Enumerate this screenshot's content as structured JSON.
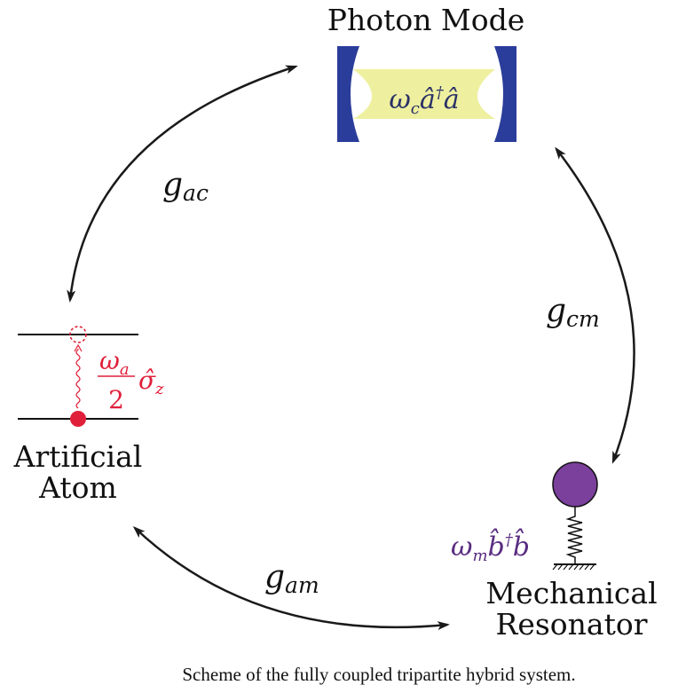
{
  "nodes": {
    "photon": {
      "title": "Photon Mode",
      "hamiltonian": {
        "omega": "ω",
        "sub": "c",
        "op": "â",
        "dag": "†",
        "op2": "â"
      }
    },
    "atom": {
      "title_line1": "Artificial",
      "title_line2": "Atom",
      "hamiltonian": {
        "num": "ω",
        "num_sub": "a",
        "den": "2",
        "op": "σ̂",
        "op_sub": "z"
      }
    },
    "mechanical": {
      "title_line1": "Mechanical",
      "title_line2": "Resonator",
      "hamiltonian": {
        "omega": "ω",
        "sub": "m",
        "op": "b̂",
        "dag": "†",
        "op2": "b̂"
      }
    }
  },
  "couplings": {
    "ac": {
      "g": "g",
      "sub": "ac"
    },
    "cm": {
      "g": "g",
      "sub": "cm"
    },
    "am": {
      "g": "g",
      "sub": "am"
    }
  },
  "caption": "Scheme of the fully coupled tripartite hybrid system.",
  "colors": {
    "mirror": "#2a3d9a",
    "cavity_fill": "#eef0a0",
    "photon_text": "#2b3166",
    "atom_red": "#e0203a",
    "mass_purple": "#7b3f9c",
    "mech_text": "#5a2d82",
    "arrow": "#1a1a1a"
  }
}
